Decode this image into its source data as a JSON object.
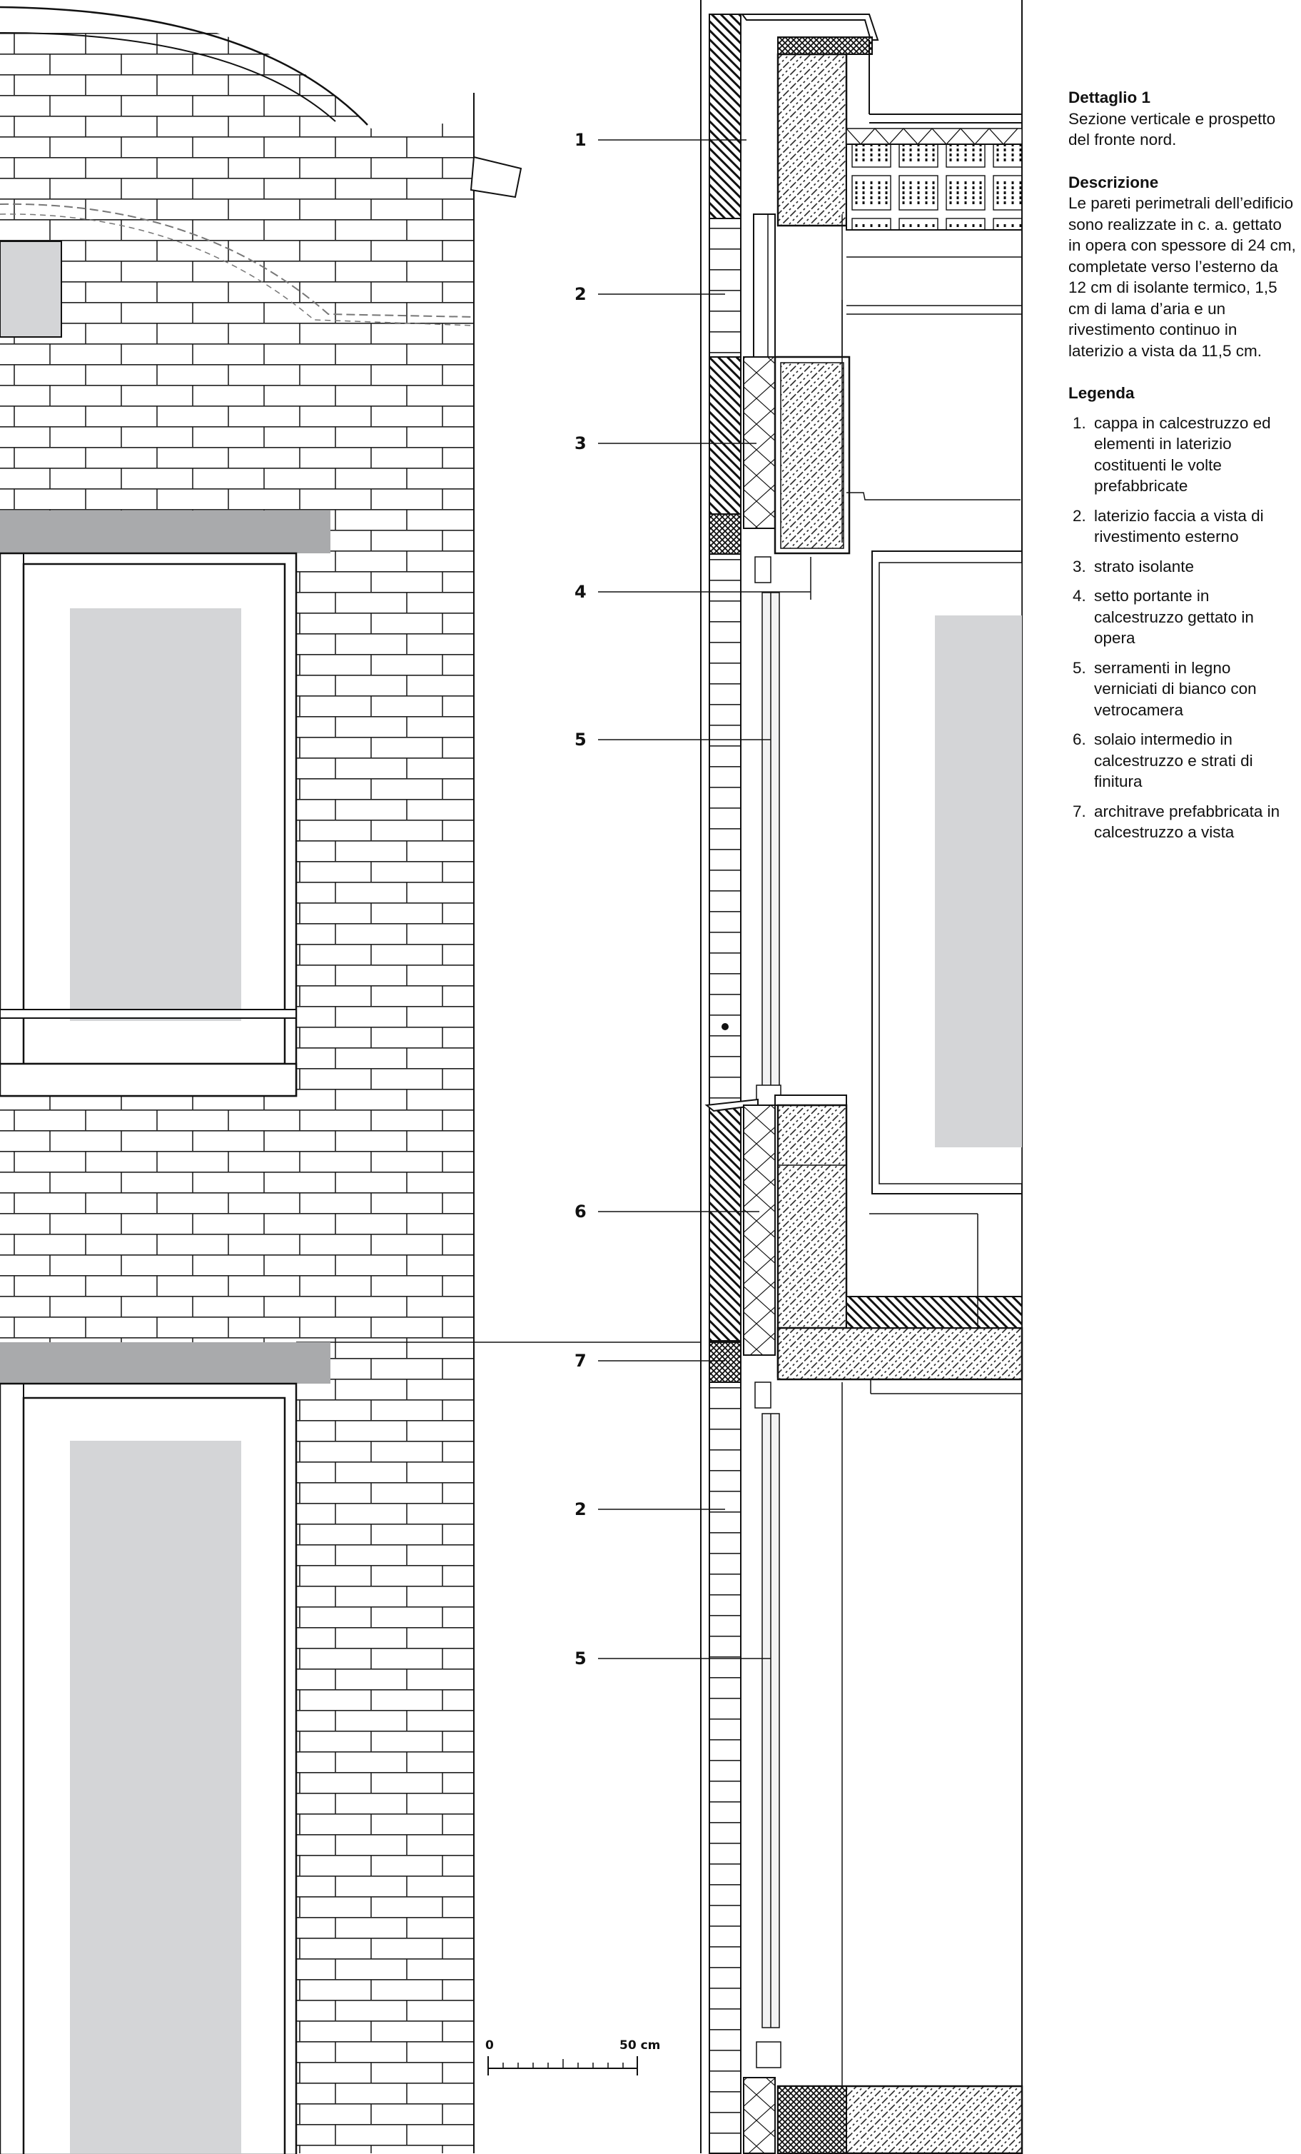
{
  "detail": {
    "title": "Dettaglio 1",
    "subtitle": "Sezione verticale e prospetto del fronte nord."
  },
  "description": {
    "heading": "Descrizione",
    "text": "Le pareti perimetrali dell’edificio sono realizzate in c. a. gettato in opera con spessore di 24 cm, completate verso l’esterno da 12 cm di isolante termico, 1,5 cm di lama d’aria e un rivestimento continuo in laterizio a vista da 11,5 cm."
  },
  "legend": {
    "heading": "Legenda",
    "items": [
      {
        "num": "1.",
        "text": "cappa in calcestruzzo ed elementi in laterizio costituenti le volte prefabbricate"
      },
      {
        "num": "2.",
        "text": "laterizio faccia a vista di rivestimento esterno"
      },
      {
        "num": "3.",
        "text": "strato isolante"
      },
      {
        "num": "4.",
        "text": "setto portante in calcestruzzo gettato in opera"
      },
      {
        "num": "5.",
        "text": "serramenti in legno verniciati di bianco con vetrocamera"
      },
      {
        "num": "6.",
        "text": "solaio intermedio in calcestruzzo e strati di finitura"
      },
      {
        "num": "7.",
        "text": "architrave prefabbricata in calcestruzzo a vista"
      }
    ]
  },
  "callouts": [
    "1",
    "2",
    "3",
    "4",
    "5",
    "6",
    "7",
    "2",
    "5"
  ],
  "scale_bar": {
    "start_label": "0",
    "end_label": "50 cm"
  },
  "colors": {
    "line": "#111111",
    "window_glass": "#d4d5d7",
    "lintel": "#a9aaac",
    "background": "#ffffff"
  }
}
